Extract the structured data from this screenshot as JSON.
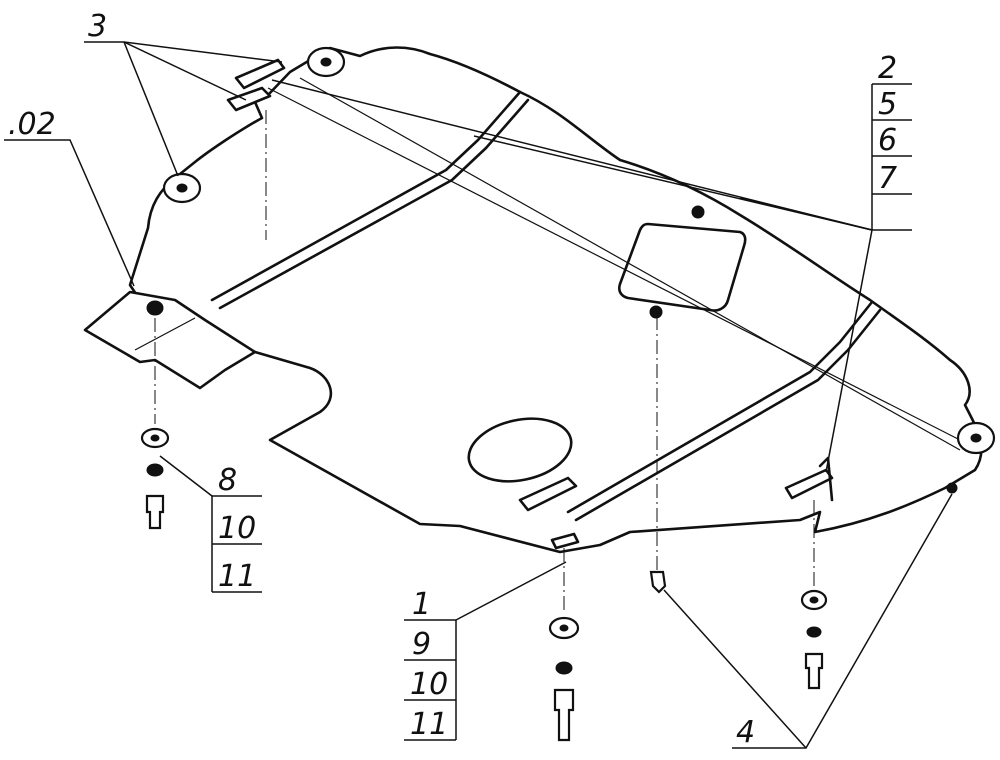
{
  "callouts": {
    "part_3": "3",
    "part_02": ".02",
    "part_2": "2",
    "part_5": "5",
    "part_6": "6",
    "part_7": "7",
    "part_8": "8",
    "part_10_left": "10",
    "part_11_left": "11",
    "part_1": "1",
    "part_9": "9",
    "part_10_center": "10",
    "part_11_center": "11",
    "part_4": "4"
  }
}
